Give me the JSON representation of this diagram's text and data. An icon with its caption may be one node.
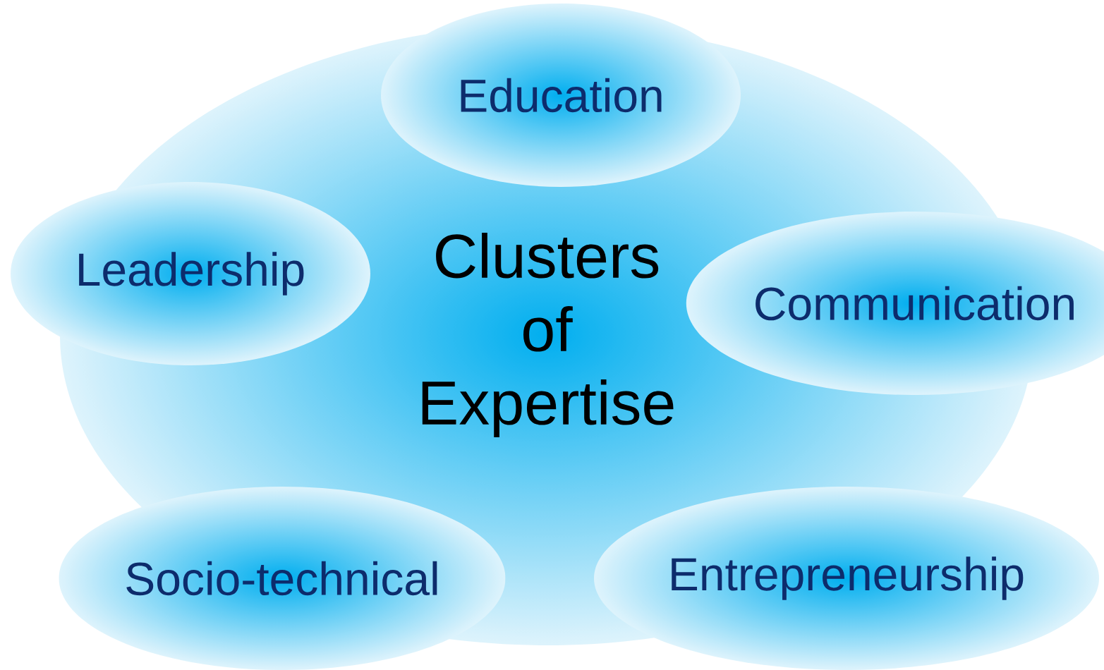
{
  "diagram": {
    "nodes": [
      {
        "text": [
          "Clusters of Expertise"
        ]
      },
      {
        "text": [
          "Education"
        ]
      },
      {
        "text": [
          "Leadership"
        ]
      },
      {
        "text": [
          "Communication"
        ]
      },
      {
        "text": [
          "Socio-technical"
        ]
      },
      {
        "text": [
          "Entrepreneurship"
        ]
      }
    ]
  }
}
